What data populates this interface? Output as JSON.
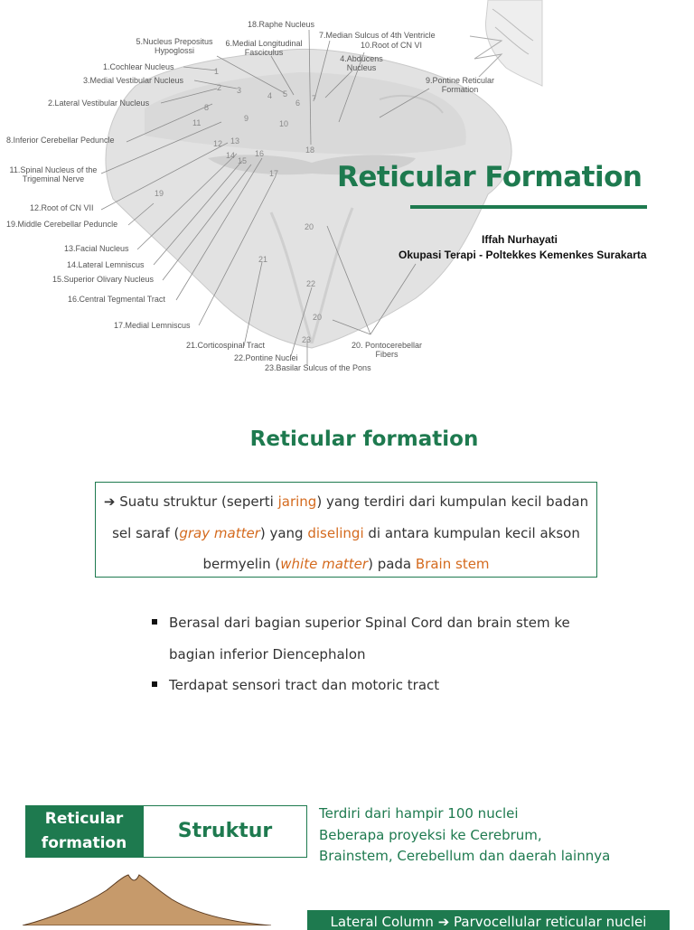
{
  "diagram": {
    "labels": {
      "l1": "1.Cochlear Nucleus",
      "l2": "2.Lateral Vestibular Nucleus",
      "l3": "3.Medial Vestibular Nucleus",
      "l4": "4.Abducens Nucleus",
      "l5": "5.Nucleus Prepositus Hypoglossi",
      "l6": "6.Medial Longitudinal Fasciculus",
      "l7": "7.Median Sulcus of 4th Ventricle",
      "l8": "8.Inferior Cerebellar Peduncle",
      "l9": "9.Pontine Reticular Formation",
      "l10": "10.Root of CN VI",
      "l11": "11.Spinal Nucleus of the Trigeminal Nerve",
      "l12": "12.Root of CN VII",
      "l13": "13.Facial Nucleus",
      "l14": "14.Lateral Lemniscus",
      "l15": "15.Superior Olivary Nucleus",
      "l16": "16.Central Tegmental Tract",
      "l17": "17.Medial Lemniscus",
      "l18": "18.Raphe Nucleus",
      "l19": "19.Middle Cerebellar Peduncle",
      "l20": "20. Pontocerebellar Fibers",
      "l21": "21.Corticospinal Tract",
      "l22": "22.Pontine Nuclei",
      "l23": "23.Basilar Sulcus of the Pons"
    },
    "numbers": [
      "1",
      "2",
      "3",
      "4",
      "5",
      "6",
      "7",
      "8",
      "9",
      "10",
      "11",
      "12",
      "13",
      "14",
      "15",
      "16",
      "17",
      "18",
      "19",
      "20",
      "20",
      "21",
      "22",
      "23"
    ]
  },
  "title": "Reticular Formation",
  "author": "Iffah Nurhayati",
  "affiliation": "Okupasi Terapi - Poltekkes Kemenkes Surakarta",
  "section_heading": "Reticular formation",
  "definition": {
    "arrow": "➔",
    "p1": " Suatu struktur (seperti ",
    "w1": "jaring",
    "p2": ") yang terdiri dari kumpulan kecil badan sel saraf (",
    "w2": "gray matter",
    "p3": ") yang ",
    "w3": "diselingi",
    "p4": " di antara kumpulan kecil akson bermyelin (",
    "w4": "white matter",
    "p5": ") pada ",
    "w5": "Brain stem"
  },
  "bullets": [
    "Berasal dari bagian superior Spinal Cord dan brain stem ke bagian inferior Diencephalon",
    "Terdapat sensori tract dan motoric tract"
  ],
  "rf_box": "Reticular formation",
  "struktur": "Struktur",
  "struktur_desc": [
    "Terdiri dari hampir 100 nuclei",
    "Beberapa proyeksi ke Cerebrum,",
    "Brainstem, Cerebellum dan daerah lainnya"
  ],
  "lateral_column": "Lateral Column ➔ Parvocellular reticular nuclei",
  "colors": {
    "accent": "#1e7a4f",
    "highlight": "#d46a1e",
    "tissue": "#e4e4e4",
    "brainstem": "#c69a6b"
  }
}
